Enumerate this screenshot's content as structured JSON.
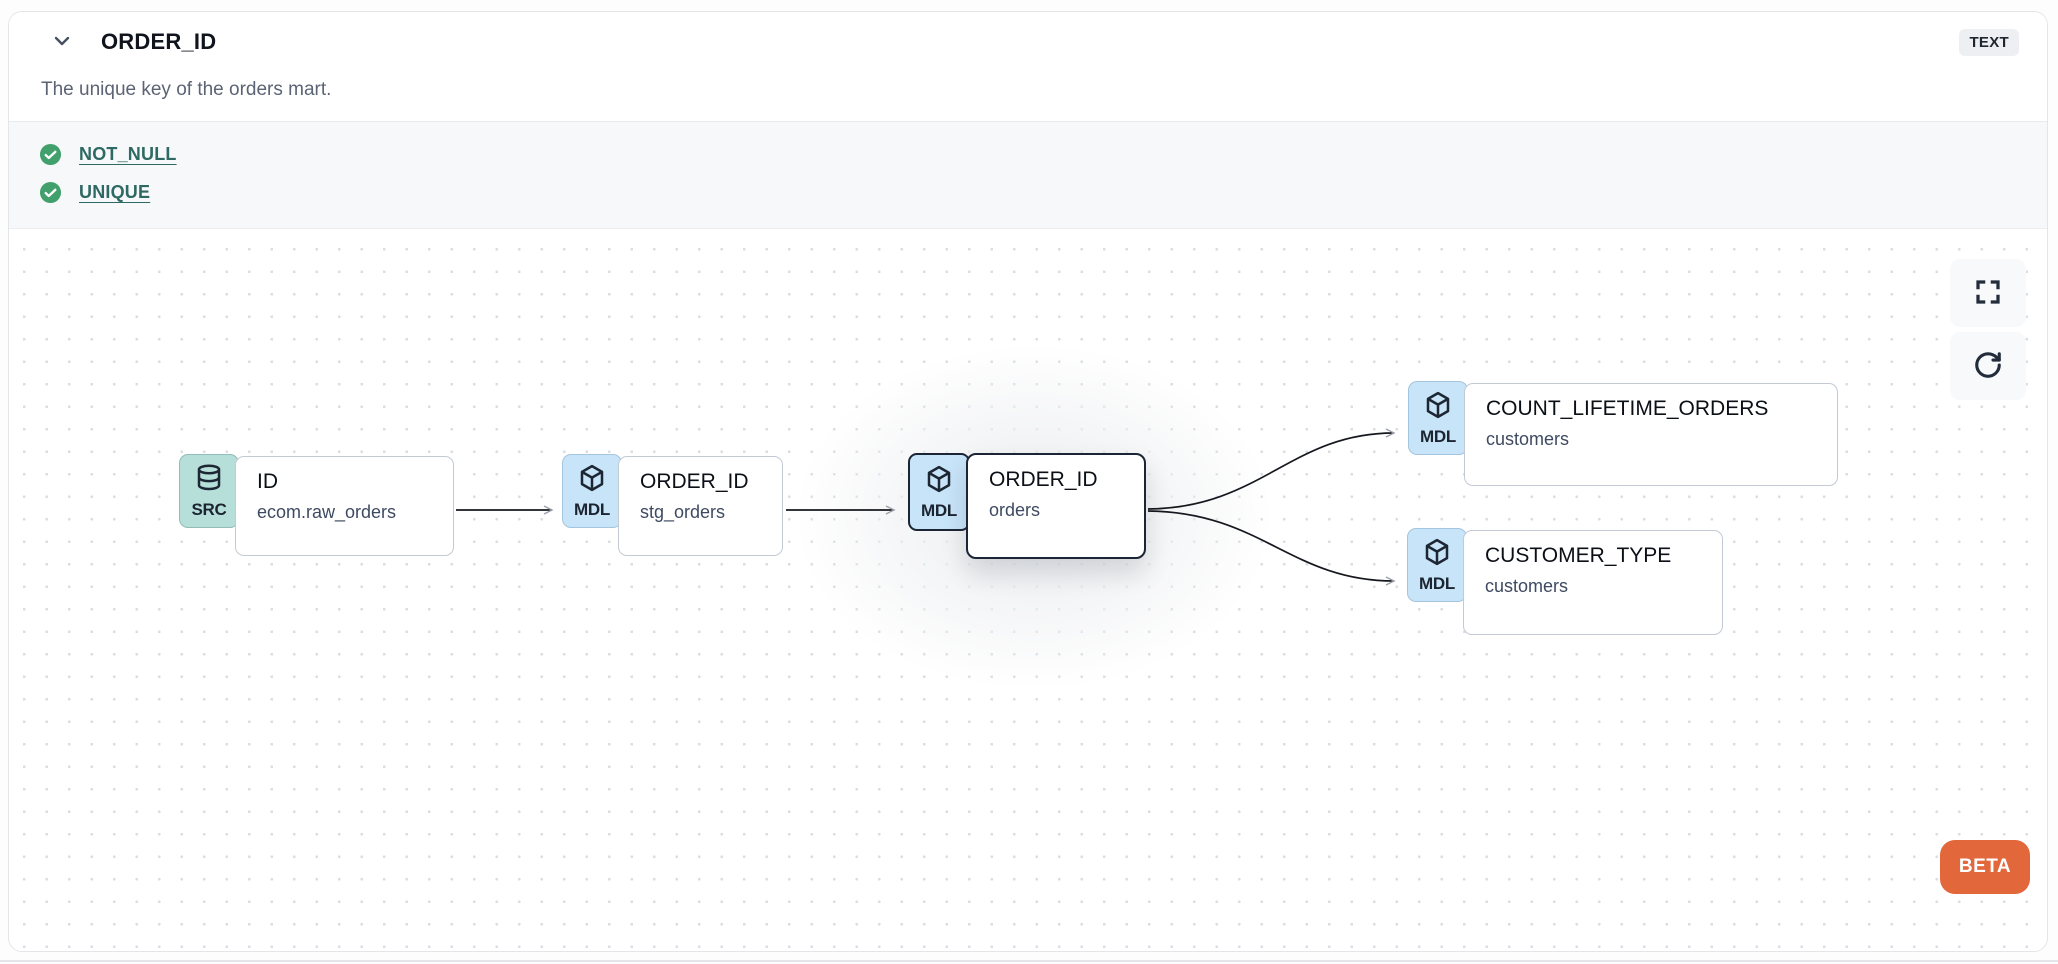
{
  "header": {
    "title": "ORDER_ID",
    "type_badge": "TEXT",
    "description": "The unique key of the orders mart."
  },
  "tests": [
    {
      "icon": "check-circle",
      "status": "pass",
      "label": "NOT_NULL"
    },
    {
      "icon": "check-circle",
      "status": "pass",
      "label": "UNIQUE"
    }
  ],
  "canvas": {
    "beta_label": "BETA",
    "controls": {
      "fullscreen": "maximize-icon",
      "refresh": "refresh-icon"
    },
    "nodes": [
      {
        "badge": "SRC",
        "badge_icon": "database-icon",
        "title": "ID",
        "subtitle": "ecom.raw_orders",
        "highlighted": false
      },
      {
        "badge": "MDL",
        "badge_icon": "cube-icon",
        "title": "ORDER_ID",
        "subtitle": "stg_orders",
        "highlighted": false
      },
      {
        "badge": "MDL",
        "badge_icon": "cube-icon",
        "title": "ORDER_ID",
        "subtitle": "orders",
        "highlighted": true
      },
      {
        "badge": "MDL",
        "badge_icon": "cube-icon",
        "title": "COUNT_LIFETIME_ORDERS",
        "subtitle": "customers",
        "highlighted": false
      },
      {
        "badge": "MDL",
        "badge_icon": "cube-icon",
        "title": "CUSTOMER_TYPE",
        "subtitle": "customers",
        "highlighted": false
      }
    ],
    "edges": [
      {
        "from": "ID (ecom.raw_orders)",
        "to": "ORDER_ID (stg_orders)"
      },
      {
        "from": "ORDER_ID (stg_orders)",
        "to": "ORDER_ID (orders)"
      },
      {
        "from": "ORDER_ID (orders)",
        "to": "COUNT_LIFETIME_ORDERS (customers)"
      },
      {
        "from": "ORDER_ID (orders)",
        "to": "CUSTOMER_TYPE (customers)"
      }
    ]
  },
  "colors": {
    "src_badge_bg": "#b6dfd9",
    "mdl_badge_bg": "#c8e4f8",
    "highlight_border": "#1c2536",
    "test_pass_green": "#42a06c",
    "test_link": "#2f6963",
    "beta_bg": "#e2683c",
    "type_badge_bg": "#edeff2",
    "edge_stroke": "#15181e"
  }
}
